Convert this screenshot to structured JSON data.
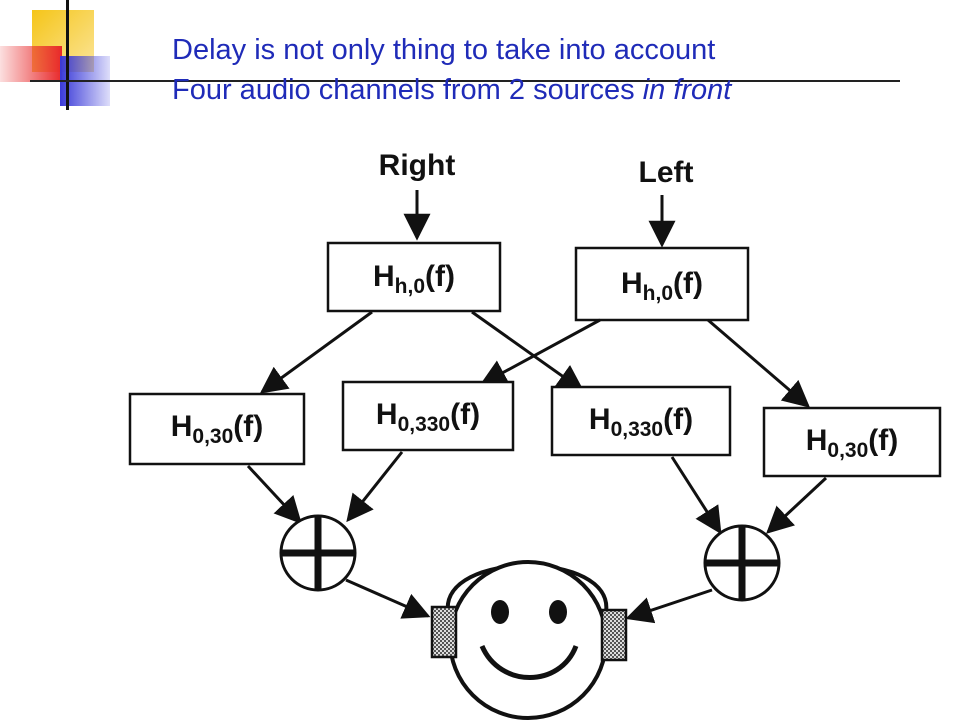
{
  "slide": {
    "title_line1": "Delay is not only thing to take into account",
    "title_line2_prefix": "Four audio channels from 2 sources ",
    "title_line2_emph": "in front"
  },
  "diagram": {
    "sources": {
      "right": "Right",
      "left": "Left"
    },
    "filters": {
      "right_head": {
        "main": "H",
        "sub": "h,0",
        "arg": "(f)"
      },
      "left_head": {
        "main": "H",
        "sub": "h,0",
        "arg": "(f)"
      },
      "r_30": {
        "main": "H",
        "sub": "0,30",
        "arg": "(f)"
      },
      "r_330": {
        "main": "H",
        "sub": "0,330",
        "arg": "(f)"
      },
      "l_330": {
        "main": "H",
        "sub": "0,330",
        "arg": "(f)"
      },
      "l_30": {
        "main": "H",
        "sub": "0,30",
        "arg": "(f)"
      }
    },
    "adders": {
      "left": "+",
      "right": "+"
    },
    "colors": {
      "title": "#1f2bb8",
      "ink": "#111111",
      "deco_yellow": "#f5c518",
      "deco_red": "#e8282a",
      "deco_blue": "#3a3ad8"
    }
  }
}
